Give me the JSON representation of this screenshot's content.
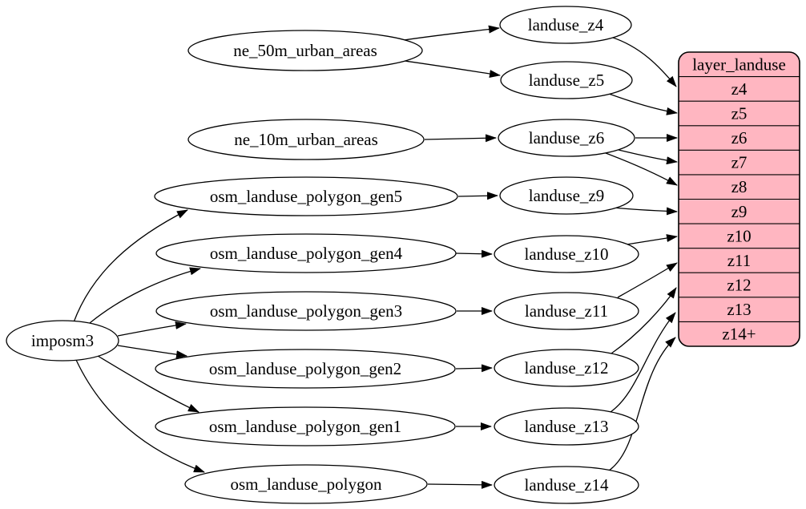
{
  "diagram_type": "graphviz-digraph",
  "colors": {
    "background": "#ffffff",
    "node_fill": "#ffffff",
    "record_fill": "#ffb6c1",
    "stroke": "#000000"
  },
  "nodes": {
    "imposm3": {
      "label": "imposm3"
    },
    "ne_50m_urban_areas": {
      "label": "ne_50m_urban_areas"
    },
    "ne_10m_urban_areas": {
      "label": "ne_10m_urban_areas"
    },
    "osm_landuse_polygon_gen5": {
      "label": "osm_landuse_polygon_gen5"
    },
    "osm_landuse_polygon_gen4": {
      "label": "osm_landuse_polygon_gen4"
    },
    "osm_landuse_polygon_gen3": {
      "label": "osm_landuse_polygon_gen3"
    },
    "osm_landuse_polygon_gen2": {
      "label": "osm_landuse_polygon_gen2"
    },
    "osm_landuse_polygon_gen1": {
      "label": "osm_landuse_polygon_gen1"
    },
    "osm_landuse_polygon": {
      "label": "osm_landuse_polygon"
    },
    "landuse_z4": {
      "label": "landuse_z4"
    },
    "landuse_z5": {
      "label": "landuse_z5"
    },
    "landuse_z6": {
      "label": "landuse_z6"
    },
    "landuse_z9": {
      "label": "landuse_z9"
    },
    "landuse_z10": {
      "label": "landuse_z10"
    },
    "landuse_z11": {
      "label": "landuse_z11"
    },
    "landuse_z12": {
      "label": "landuse_z12"
    },
    "landuse_z13": {
      "label": "landuse_z13"
    },
    "landuse_z14": {
      "label": "landuse_z14"
    }
  },
  "record": {
    "title": "layer_landuse",
    "rows": [
      "z4",
      "z5",
      "z6",
      "z7",
      "z8",
      "z9",
      "z10",
      "z11",
      "z12",
      "z13",
      "z14+"
    ]
  },
  "edges": [
    {
      "from": "imposm3",
      "to": "osm_landuse_polygon_gen5"
    },
    {
      "from": "imposm3",
      "to": "osm_landuse_polygon_gen4"
    },
    {
      "from": "imposm3",
      "to": "osm_landuse_polygon_gen3"
    },
    {
      "from": "imposm3",
      "to": "osm_landuse_polygon_gen2"
    },
    {
      "from": "imposm3",
      "to": "osm_landuse_polygon_gen1"
    },
    {
      "from": "imposm3",
      "to": "osm_landuse_polygon"
    },
    {
      "from": "ne_50m_urban_areas",
      "to": "landuse_z4"
    },
    {
      "from": "ne_50m_urban_areas",
      "to": "landuse_z5"
    },
    {
      "from": "ne_10m_urban_areas",
      "to": "landuse_z6"
    },
    {
      "from": "osm_landuse_polygon_gen5",
      "to": "landuse_z9"
    },
    {
      "from": "osm_landuse_polygon_gen4",
      "to": "landuse_z10"
    },
    {
      "from": "osm_landuse_polygon_gen3",
      "to": "landuse_z11"
    },
    {
      "from": "osm_landuse_polygon_gen2",
      "to": "landuse_z12"
    },
    {
      "from": "osm_landuse_polygon_gen1",
      "to": "landuse_z13"
    },
    {
      "from": "osm_landuse_polygon",
      "to": "landuse_z14"
    },
    {
      "from": "landuse_z4",
      "to": "layer_landuse:z4"
    },
    {
      "from": "landuse_z5",
      "to": "layer_landuse:z5"
    },
    {
      "from": "landuse_z6",
      "to": "layer_landuse:z6"
    },
    {
      "from": "landuse_z6",
      "to": "layer_landuse:z7"
    },
    {
      "from": "landuse_z6",
      "to": "layer_landuse:z8"
    },
    {
      "from": "landuse_z9",
      "to": "layer_landuse:z9"
    },
    {
      "from": "landuse_z10",
      "to": "layer_landuse:z10"
    },
    {
      "from": "landuse_z11",
      "to": "layer_landuse:z11"
    },
    {
      "from": "landuse_z12",
      "to": "layer_landuse:z12"
    },
    {
      "from": "landuse_z13",
      "to": "layer_landuse:z13"
    },
    {
      "from": "landuse_z14",
      "to": "layer_landuse:z14+"
    }
  ]
}
